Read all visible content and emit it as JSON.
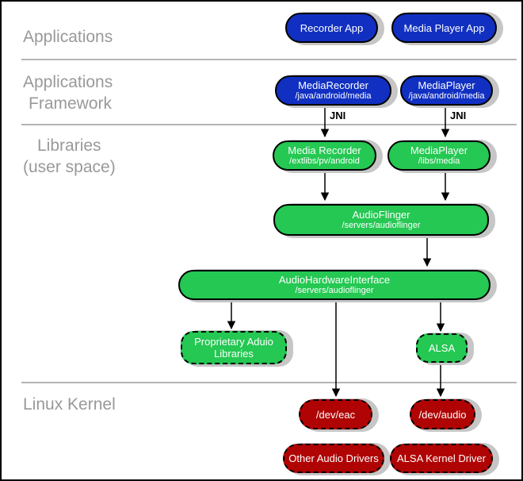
{
  "sections": {
    "applications": "Applications",
    "framework_line1": "Applications",
    "framework_line2": "Framework",
    "libraries_line1": "Libraries",
    "libraries_line2": "(user space)",
    "linux_kernel": "Linux Kernel"
  },
  "labels": {
    "jni": "JNI"
  },
  "nodes": {
    "recorder_app": {
      "title": "Recorder App"
    },
    "media_player_app": {
      "title": "Media Player App"
    },
    "media_recorder_fw": {
      "title": "MediaRecorder",
      "path": "/java/android/media"
    },
    "media_player_fw": {
      "title": "MediaPlayer",
      "path": "/java/android/media"
    },
    "media_recorder_lib": {
      "title": "Media Recorder",
      "path": "/extlibs/pv/android"
    },
    "media_player_lib": {
      "title": "MediaPlayer",
      "path": "/libs/media"
    },
    "audioflinger": {
      "title": "AudioFlinger",
      "path": "/servers/audioflinger"
    },
    "audio_hardware_interface": {
      "title": "AudioHardwareInterface",
      "path": "/servers/audioflinger"
    },
    "proprietary_audio_libraries": {
      "title": "Proprietary Aduio Libraries"
    },
    "alsa": {
      "title": "ALSA"
    },
    "dev_eac": {
      "title": "/dev/eac"
    },
    "dev_audio": {
      "title": "/dev/audio"
    },
    "other_audio_drivers": {
      "title": "Other Audio Drivers"
    },
    "alsa_kernel_driver": {
      "title": "ALSA Kernel Driver"
    }
  },
  "colors": {
    "app_blue": "#1130c1",
    "lib_green": "#24c852",
    "kernel_red": "#b00404",
    "section_label_gray": "#999999",
    "divider_gray": "#9c9c9c",
    "shadow_gray": "#c6c6c6",
    "arrow_black": "#000000"
  }
}
